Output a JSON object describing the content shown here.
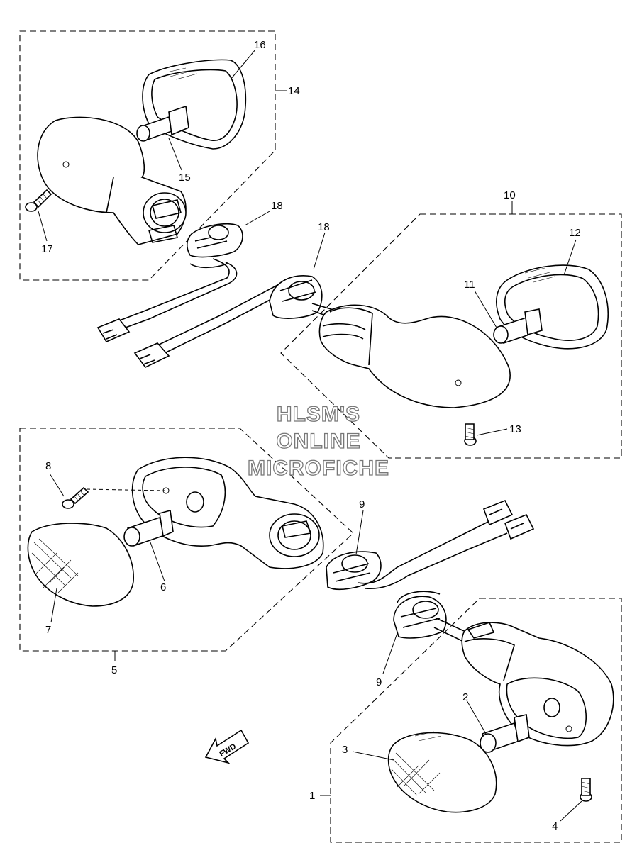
{
  "watermark": {
    "line1": "HLSM'S",
    "line2": "ONLINE",
    "line3": "MICROFICHE"
  },
  "direction_label": "FWD",
  "callouts": {
    "c1": "1",
    "c2": "2",
    "c3": "3",
    "c4": "4",
    "c5": "5",
    "c6": "6",
    "c7": "7",
    "c8": "8",
    "c9a": "9",
    "c9b": "9",
    "c10": "10",
    "c11": "11",
    "c12": "12",
    "c13": "13",
    "c14": "14",
    "c15": "15",
    "c16": "16",
    "c17": "17",
    "c18a": "18",
    "c18b": "18"
  }
}
